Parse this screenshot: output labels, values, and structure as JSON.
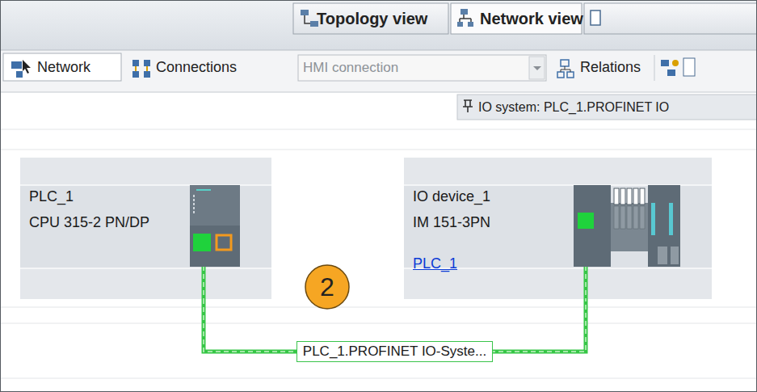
{
  "diagram": {
    "nodes": [
      {
        "text": [
          "PLC_1",
          "CPU 315-2 PN/DP"
        ]
      },
      {
        "text": [
          "IO device_1",
          "IM 151-3PN",
          "PLC_1"
        ]
      }
    ],
    "edges": [
      {
        "from": 0,
        "to": 1,
        "arrow": "none",
        "label": "PLC_1.PROFINET IO-Syste..."
      }
    ],
    "labels": [
      "Topology view",
      "Network view",
      "Network",
      "Connections",
      "HMI connection",
      "Relations",
      "IO system: PLC_1.PROFINET IO",
      "2"
    ]
  }
}
